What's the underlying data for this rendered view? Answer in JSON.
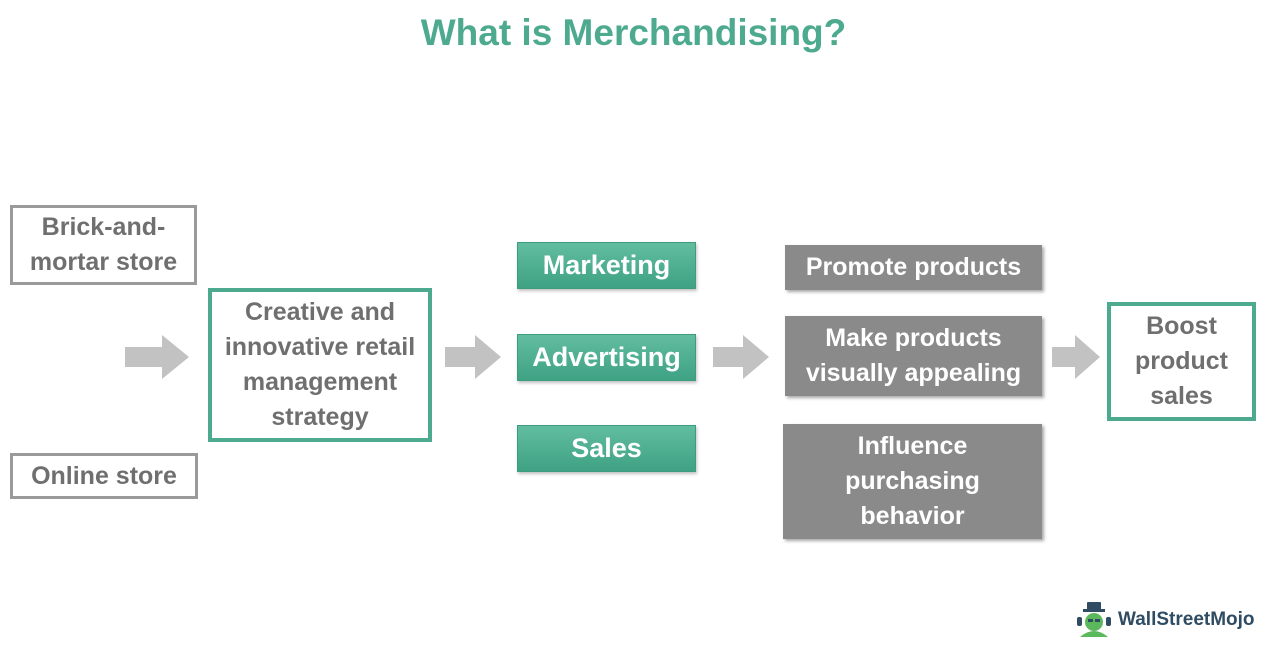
{
  "title": "What is Merchandising?",
  "stores": {
    "brick": "Brick-and-mortar store",
    "online": "Online store"
  },
  "strategy": "Creative and innovative retail management strategy",
  "functions": [
    "Marketing",
    "Advertising",
    "Sales"
  ],
  "effects": [
    "Promote products",
    "Make products visually appealing",
    "Influence purchasing behavior"
  ],
  "outcome": "Boost product sales",
  "logo": {
    "text": "WallStreetMojo",
    "icon": "mojo-mascot-icon"
  },
  "colors": {
    "teal": "#4daa8f",
    "grey_box": "#8a8a8a",
    "grey_text": "#6f6f6f",
    "arrow": "#c2c2c2"
  }
}
